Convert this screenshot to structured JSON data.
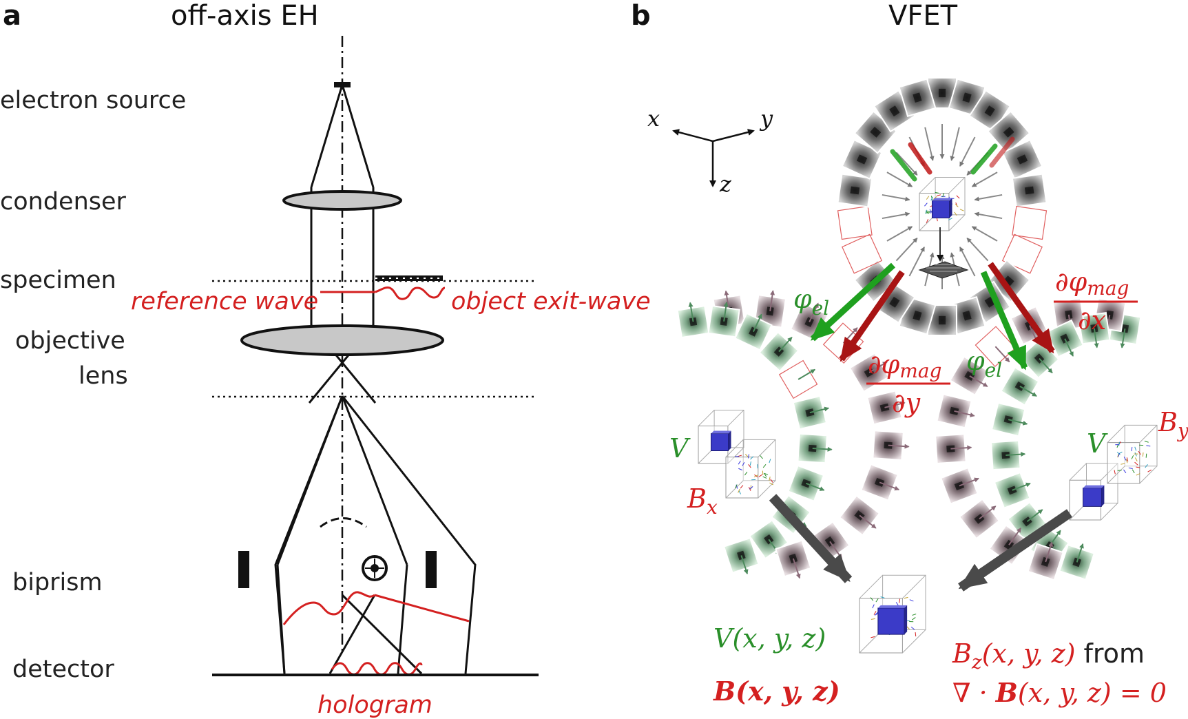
{
  "panel_a": {
    "letter": "a",
    "title": "off-axis EH",
    "labels": {
      "electron_source": "electron source",
      "condenser": "condenser",
      "specimen": "specimen",
      "objective_1": "objective",
      "objective_2": "lens",
      "biprism": "biprism",
      "detector": "detector"
    },
    "red_labels": {
      "reference_wave": "reference wave",
      "object_exit_wave": "object exit-wave",
      "hologram": "hologram"
    }
  },
  "panel_b": {
    "letter": "b",
    "title": "VFET",
    "axes": {
      "x": "x",
      "y": "y",
      "z": "z"
    },
    "phi_el": "φ",
    "phi_el_sub": "el",
    "dphi_num": "∂φ",
    "dphi_num_sub": "mag",
    "dphi_den_x": "∂x",
    "dphi_den_y": "∂y",
    "V": "V",
    "Bx": "B",
    "Bx_sub": "x",
    "By": "B",
    "By_sub": "y",
    "Vxyz": "V(x, y, z)",
    "Bxyz": "B(x, y, z)",
    "Bz_pre": "B",
    "Bz_sub": "z",
    "Bz_post": "(x, y, z)",
    "from": "from",
    "div_pre": "∇ · ",
    "div_B": "B",
    "div_post": "(x, y, z) = 0"
  },
  "colors": {
    "red": "#d42020",
    "green": "#2a8f2a",
    "lens_fill": "#c8c8c8"
  }
}
